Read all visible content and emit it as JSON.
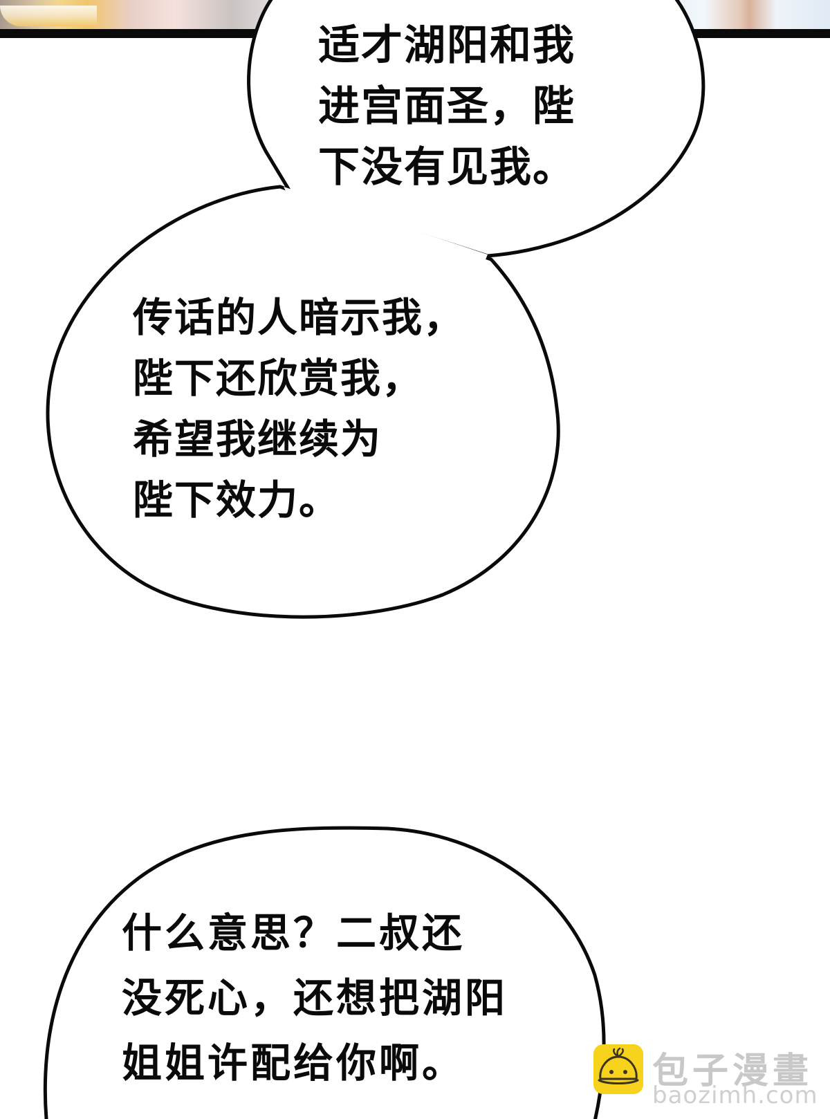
{
  "page": {
    "type": "manhua-page",
    "background_color": "#ffffff",
    "frame_border_color": "#0a0a0a"
  },
  "panel_top": {
    "description": "cropped illustration strip above panel border"
  },
  "bubbles": [
    {
      "id": "b1",
      "lines": [
        "适才湖阳和我",
        "进宫面圣，陛",
        "下没有见我。"
      ]
    },
    {
      "id": "b2",
      "lines": [
        "传话的人暗示我，",
        "陛下还欣赏我，",
        "希望我继续为",
        "陛下效力。"
      ]
    },
    {
      "id": "b3",
      "lines": [
        "什么意思？二叔还",
        "没死心，还想把湖阳",
        "姐姐许配给你啊。"
      ]
    }
  ],
  "watermark": {
    "icon": "baozi-bun-icon",
    "title": "包子漫畫",
    "url": "baozimh.com",
    "logo_color": "#f7d21d"
  }
}
